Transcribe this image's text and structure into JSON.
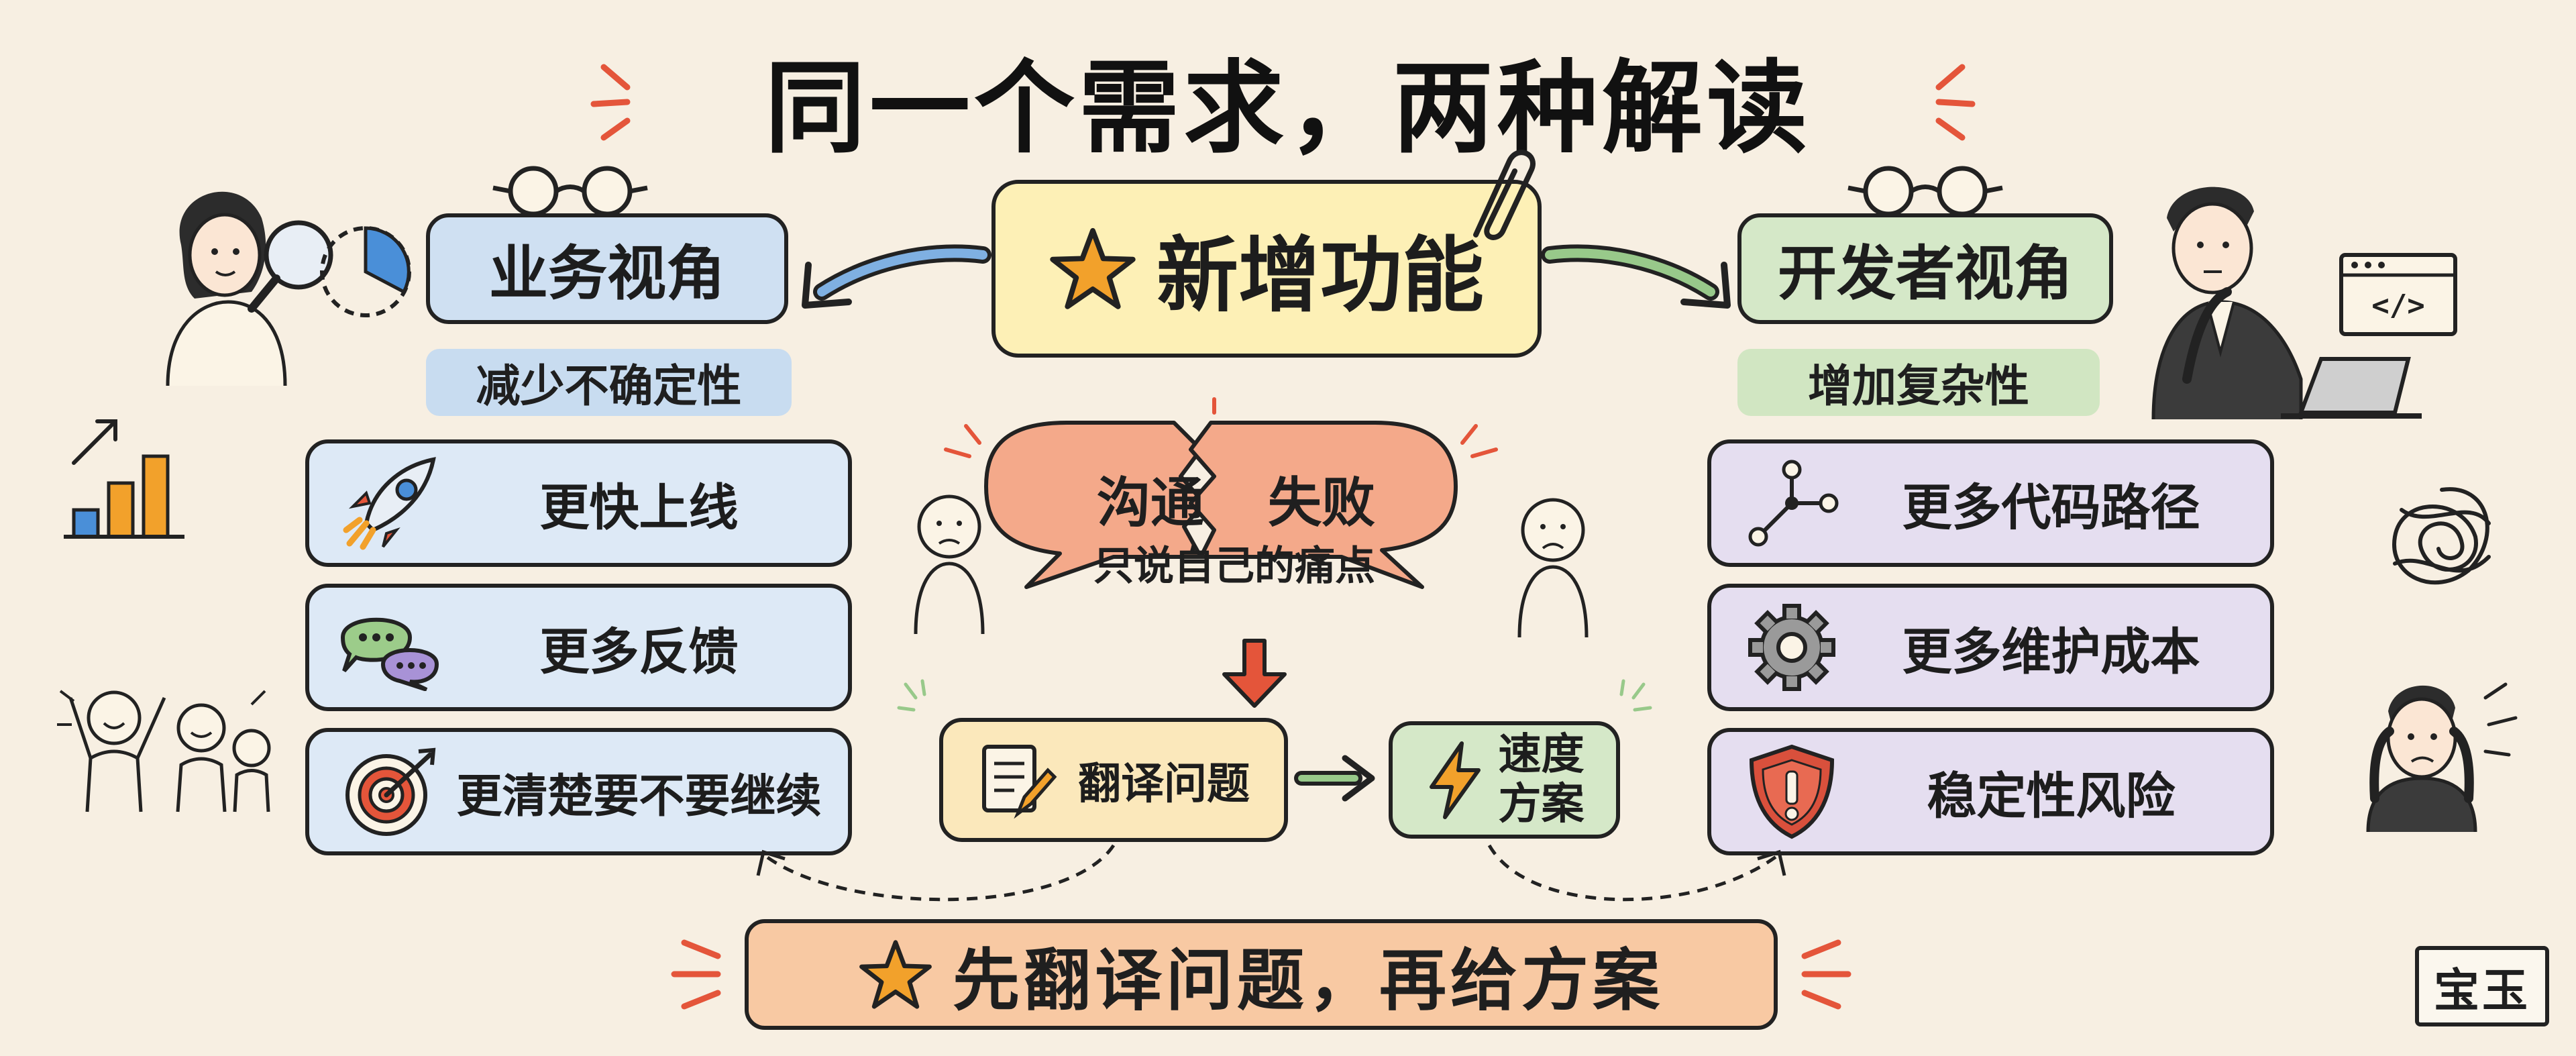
{
  "title": "同一个需求，两种解读",
  "center": {
    "label": "新增功能",
    "icon": "star-icon"
  },
  "business": {
    "heading": "业务视角",
    "subheading": "减少不确定性",
    "items": [
      {
        "label": "更快上线",
        "icon": "rocket-icon"
      },
      {
        "label": "更多反馈",
        "icon": "chat-bubbles-icon"
      },
      {
        "label": "更清楚要不要继续",
        "icon": "target-icon"
      }
    ]
  },
  "developer": {
    "heading": "开发者视角",
    "subheading": "增加复杂性",
    "items": [
      {
        "label": "更多代码路径",
        "icon": "branch-nodes-icon"
      },
      {
        "label": "更多维护成本",
        "icon": "gear-icon"
      },
      {
        "label": "稳定性风险",
        "icon": "warning-shield-icon"
      }
    ]
  },
  "communication": {
    "left_text": "沟通",
    "right_text": "失败",
    "caption": "只说自己的痛点"
  },
  "middle": {
    "translate_label": "翻译问题",
    "translate_icon": "document-pencil-icon",
    "solution_line1": "速度",
    "solution_line2": "方案",
    "solution_icon": "lightning-icon"
  },
  "banner": {
    "label": "先翻译问题，再给方案",
    "icon": "star-icon"
  },
  "seal": "宝玉",
  "colors": {
    "background": "#f7efe2",
    "business_blue": "#cfe0f2",
    "developer_green": "#d5e8c8",
    "center_yellow": "#fdf0b6",
    "item_blue": "#dde9f6",
    "item_purple": "#e5def0",
    "bubble_salmon": "#f4a98a",
    "banner_orange": "#f8c9a3",
    "accent_red": "#e4553a",
    "star_orange": "#f2a12b"
  }
}
